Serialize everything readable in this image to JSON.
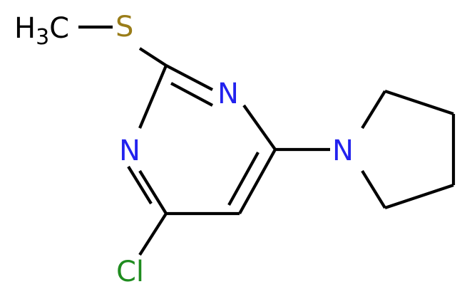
{
  "molecule": {
    "atoms": {
      "methyl": {
        "element": "C",
        "label": "H",
        "subscript": "3",
        "suffix": "C",
        "color": "#000000"
      },
      "sulfur": {
        "element": "S",
        "label": "S",
        "color": "#9a7d19"
      },
      "n_top": {
        "element": "N",
        "label": "N",
        "color": "#2222ee"
      },
      "n_left": {
        "element": "N",
        "label": "N",
        "color": "#2222ee"
      },
      "n_pyrrolidine": {
        "element": "N",
        "label": "N",
        "color": "#2222ee"
      },
      "chlorine": {
        "element": "Cl",
        "label": "Cl",
        "color": "#1f8c1f"
      }
    },
    "bond_color": "#000000"
  }
}
